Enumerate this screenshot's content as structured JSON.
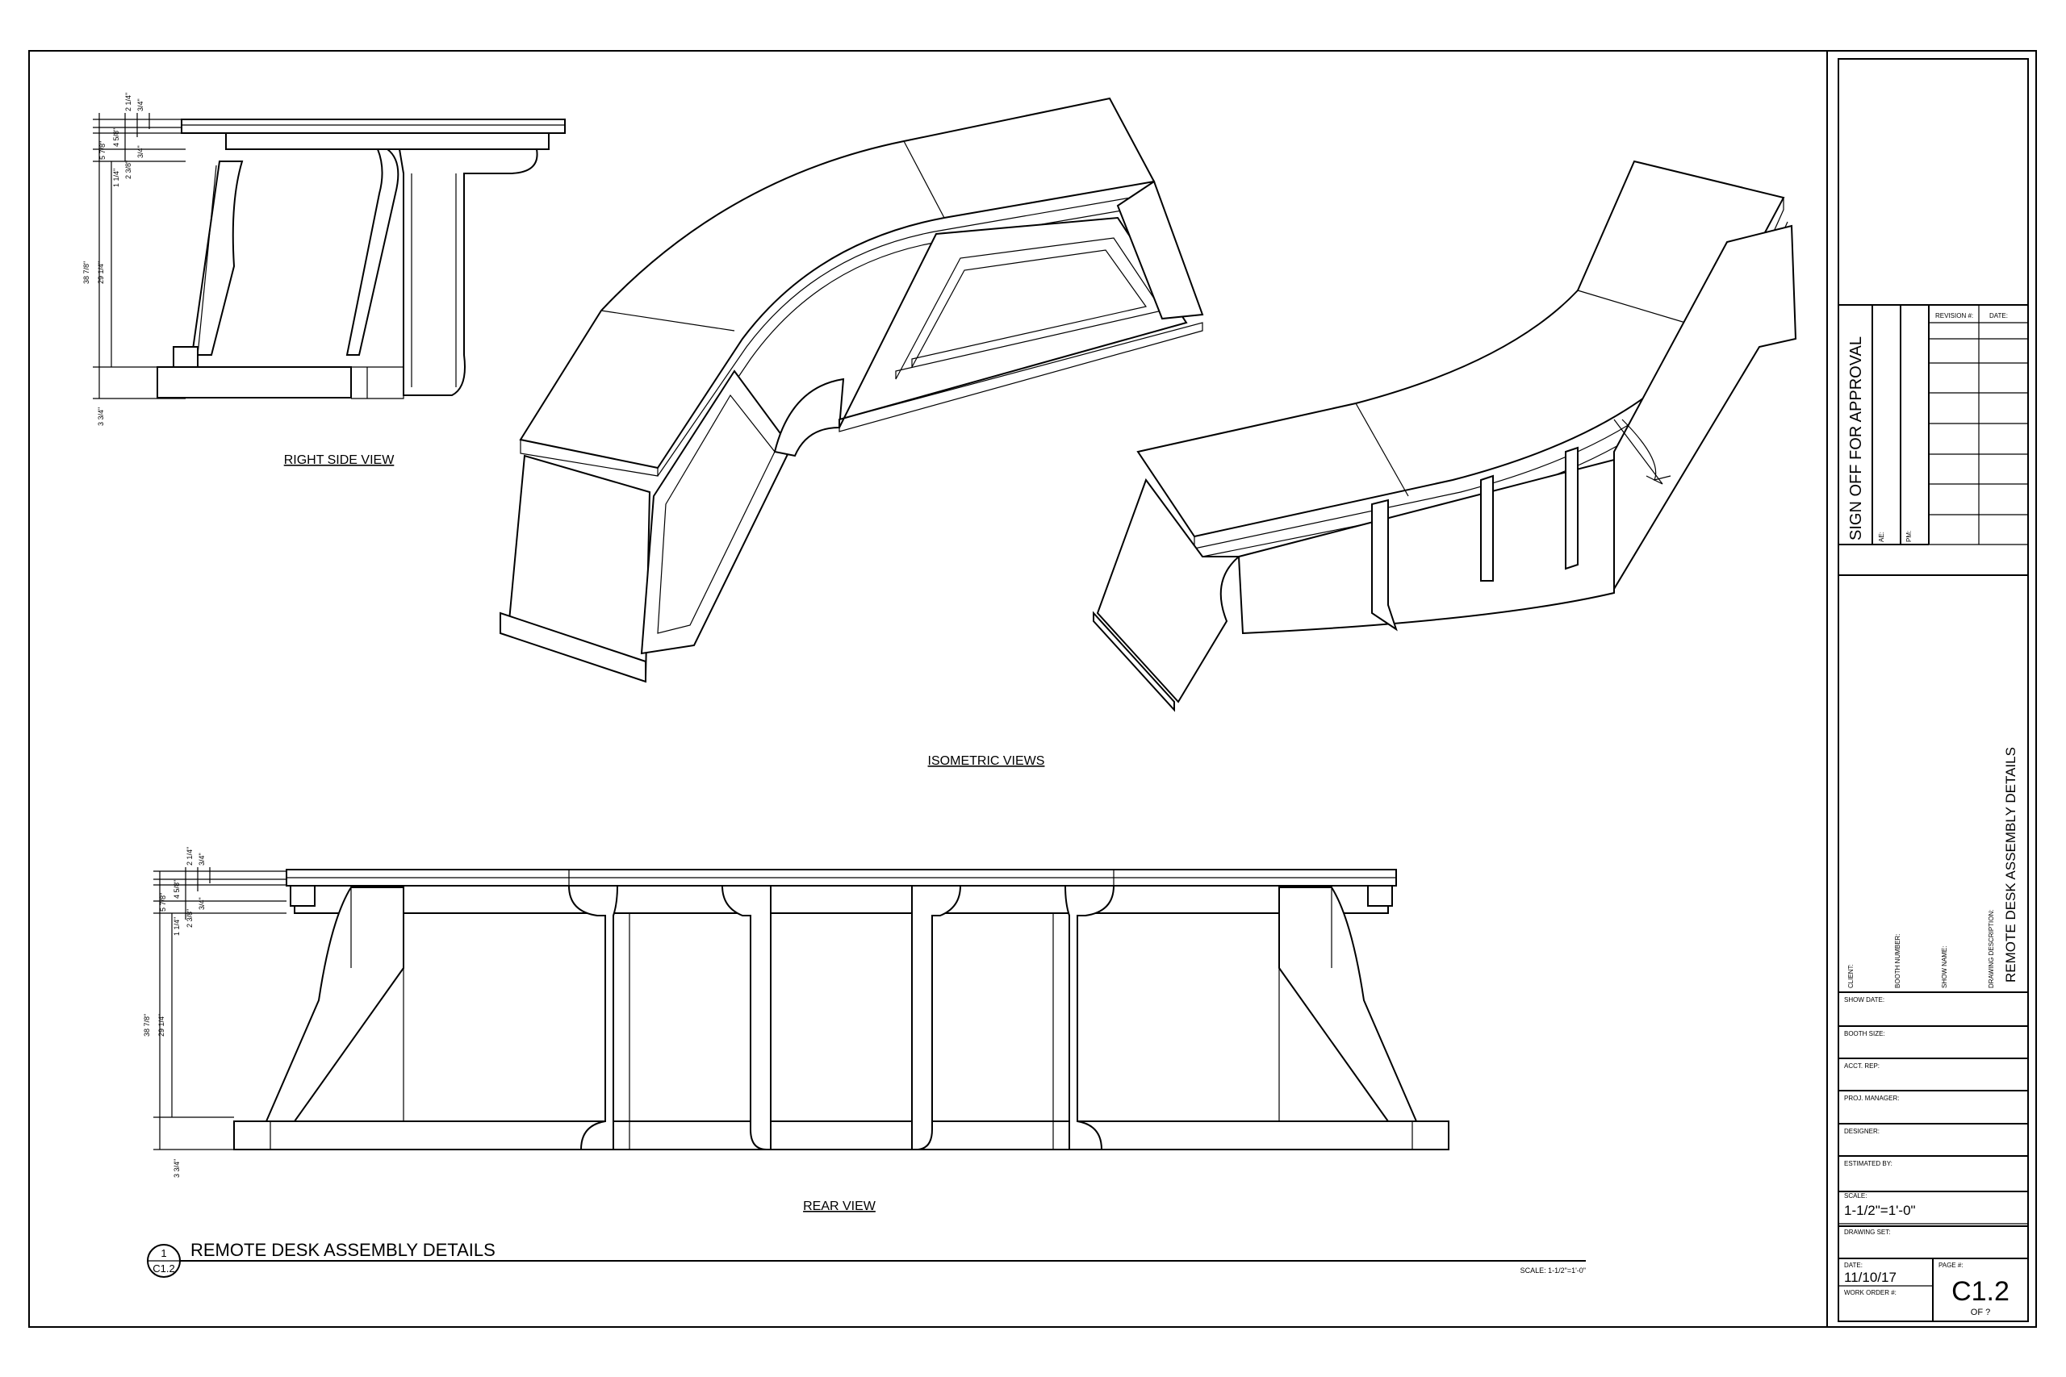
{
  "views": {
    "right_side_label": "RIGHT SIDE VIEW",
    "isometric_label": "ISOMETRIC VIEWS",
    "rear_label": "REAR VIEW"
  },
  "dimensions": {
    "d1": "2 1/4\"",
    "d2": "3/4\"",
    "d3": "5 7/8\"",
    "d4": "4 5/8\"",
    "d5": "3/4\"",
    "d6": "1 1/4\"",
    "d7": "2 3/8\"",
    "d8": "38 7/8\"",
    "d9": "29 1/4\"",
    "d10": "3 3/4\""
  },
  "detail": {
    "number": "1",
    "sheet": "C1.2",
    "title": "REMOTE DESK ASSEMBLY DETAILS",
    "scale": "SCALE: 1-1/2\"=1'-0\""
  },
  "title_block": {
    "sign_off": "SIGN OFF FOR APPROVAL",
    "ae_label": "AE:",
    "pm_label": "PM:",
    "revision_label": "REVISION #:",
    "date_label": "DATE:",
    "client_label": "CLIENT:",
    "booth_number_label": "BOOTH NUMBER:",
    "show_name_label": "SHOW NAME:",
    "drawing_description_label": "DRAWING DESCRIPTION:",
    "drawing_description": "REMOTE DESK ASSEMBLY DETAILS",
    "show_date_label": "SHOW DATE:",
    "booth_size_label": "BOOTH SIZE:",
    "acct_rep_label": "ACCT. REP:",
    "proj_manager_label": "PROJ. MANAGER:",
    "designer_label": "DESIGNER:",
    "estimated_by_label": "ESTIMATED BY:",
    "scale_label": "SCALE:",
    "scale_value": "1-1/2\"=1'-0\"",
    "drawing_set_label": "DRAWING SET:",
    "date_value_label": "DATE:",
    "date_value": "11/10/17",
    "work_order_label": "WORK ORDER #:",
    "page_label": "PAGE #:",
    "page_value": "C1.2",
    "page_of": "OF ?"
  }
}
